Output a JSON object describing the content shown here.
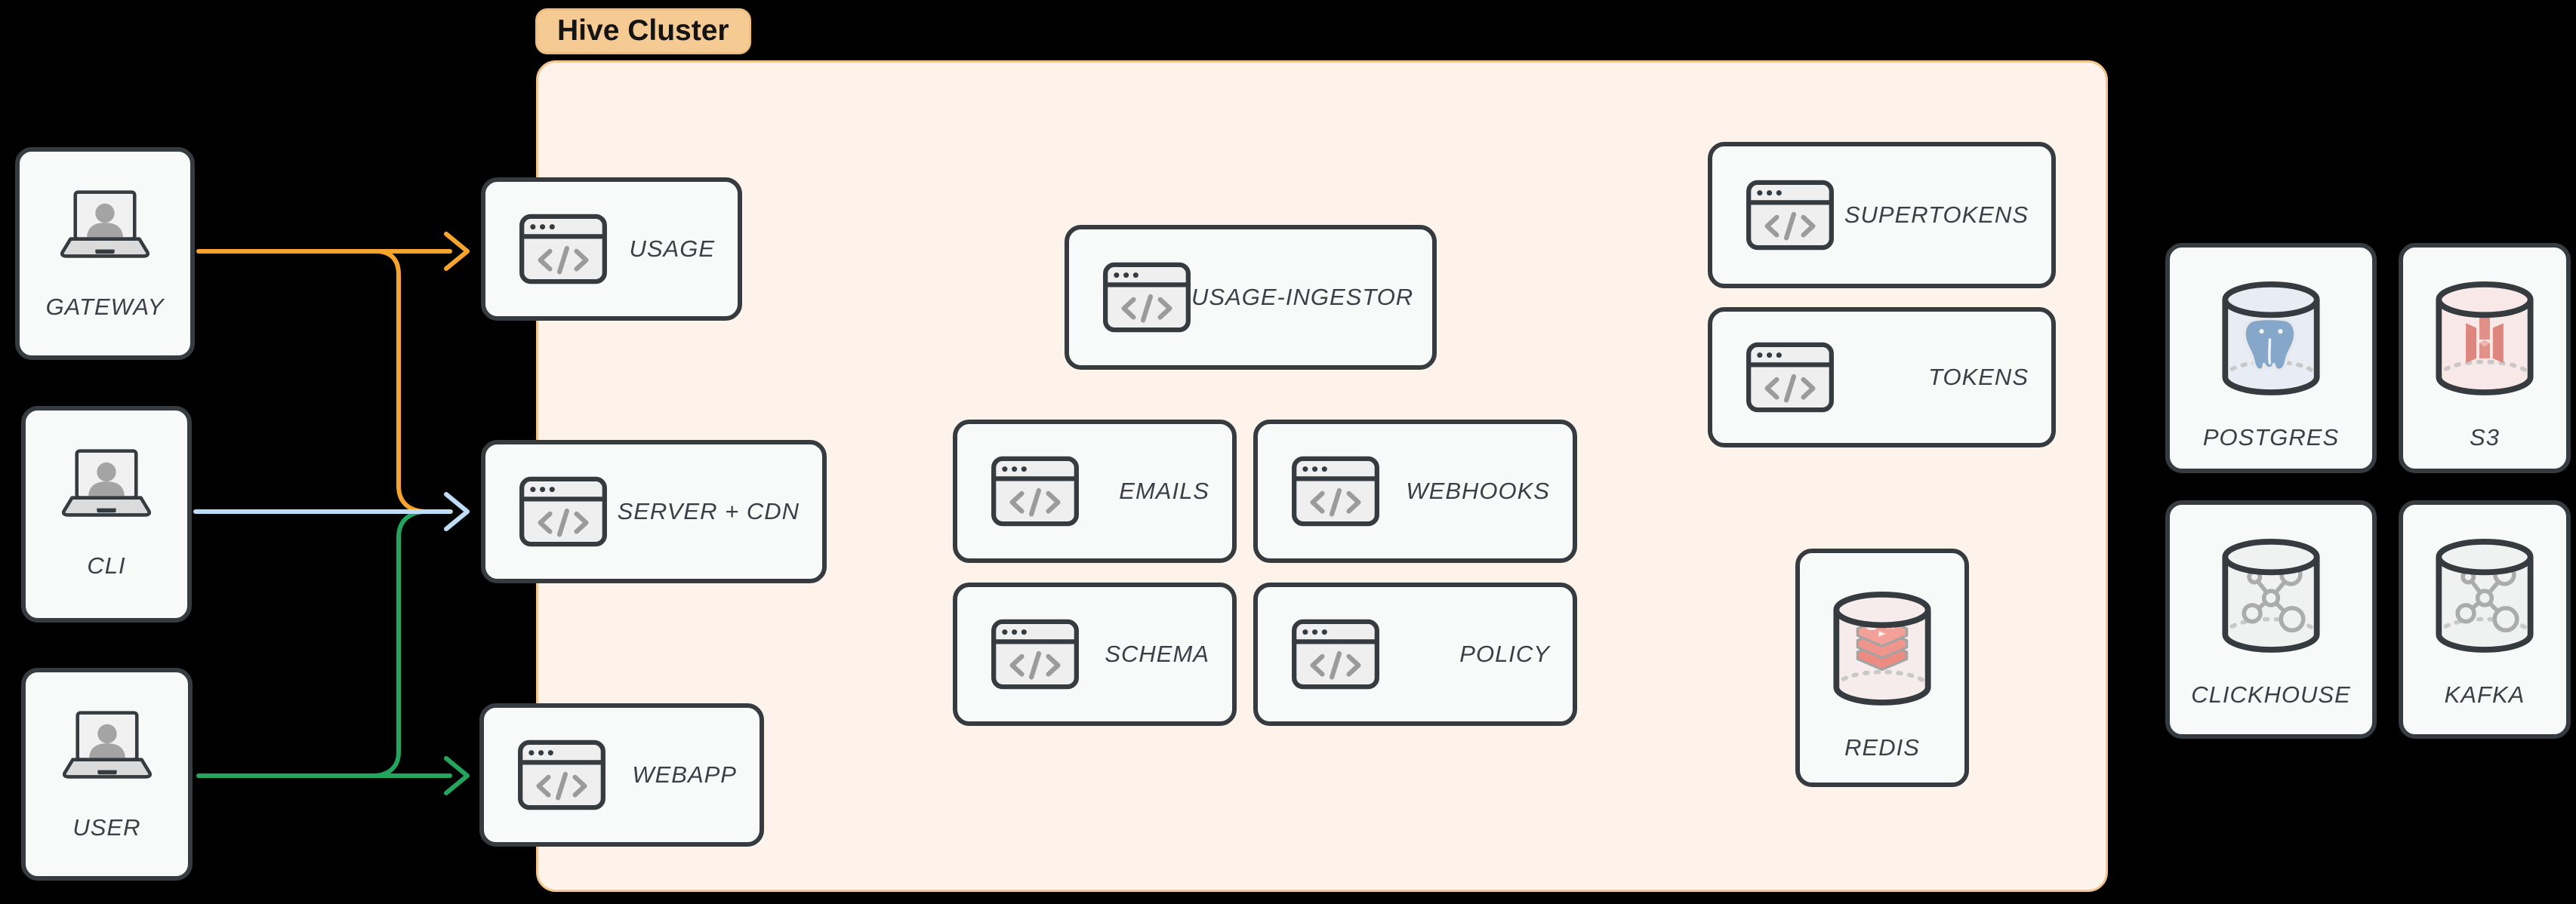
{
  "canvas_background": "#000000",
  "cluster": {
    "label": "Hive Cluster",
    "fill": "#FDF3EA",
    "border": "#F4C48E",
    "badge_fill": "#F6CB93"
  },
  "nodes": [
    {
      "id": "gateway",
      "label": "GATEWAY",
      "type": "actor",
      "icon": "laptop-user"
    },
    {
      "id": "cli",
      "label": "CLI",
      "type": "actor",
      "icon": "laptop-user"
    },
    {
      "id": "user",
      "label": "USER",
      "type": "actor",
      "icon": "laptop-user"
    },
    {
      "id": "usage",
      "label": "USAGE",
      "type": "service",
      "icon": "code-window"
    },
    {
      "id": "server-cdn",
      "label": "SERVER + CDN",
      "type": "service",
      "icon": "code-window"
    },
    {
      "id": "webapp",
      "label": "WEBAPP",
      "type": "service",
      "icon": "code-window"
    },
    {
      "id": "usage-ingestor",
      "label": "USAGE-INGESTOR",
      "type": "service",
      "icon": "code-window"
    },
    {
      "id": "emails",
      "label": "EMAILS",
      "type": "service",
      "icon": "code-window"
    },
    {
      "id": "webhooks",
      "label": "WEBHOOKS",
      "type": "service",
      "icon": "code-window"
    },
    {
      "id": "schema",
      "label": "SCHEMA",
      "type": "service",
      "icon": "code-window"
    },
    {
      "id": "policy",
      "label": "POLICY",
      "type": "service",
      "icon": "code-window"
    },
    {
      "id": "supertokens",
      "label": "SUPERTOKENS",
      "type": "service",
      "icon": "code-window"
    },
    {
      "id": "tokens",
      "label": "TOKENS",
      "type": "service",
      "icon": "code-window"
    },
    {
      "id": "redis",
      "label": "REDIS",
      "type": "db",
      "icon": "database-redis"
    },
    {
      "id": "postgres",
      "label": "POSTGRES",
      "type": "db",
      "icon": "database-postgres"
    },
    {
      "id": "s3",
      "label": "S3",
      "type": "db",
      "icon": "database-s3"
    },
    {
      "id": "clickhouse",
      "label": "CLICKHOUSE",
      "type": "db",
      "icon": "database-network"
    },
    {
      "id": "kafka",
      "label": "KAFKA",
      "type": "db",
      "icon": "database-network"
    }
  ],
  "arrows": [
    {
      "from": "GATEWAY",
      "to": "SERVER + CDN",
      "color": "#F6A42C"
    },
    {
      "from": "USER",
      "to": "SERVER + CDN",
      "color": "#22A55C"
    },
    {
      "from": "GATEWAY",
      "to": "USAGE",
      "color": "#F6A42C"
    },
    {
      "from": "CLI",
      "to": "SERVER + CDN",
      "color": "#BCDCF7"
    },
    {
      "from": "USER",
      "to": "WEBAPP",
      "color": "#22A55C"
    }
  ]
}
